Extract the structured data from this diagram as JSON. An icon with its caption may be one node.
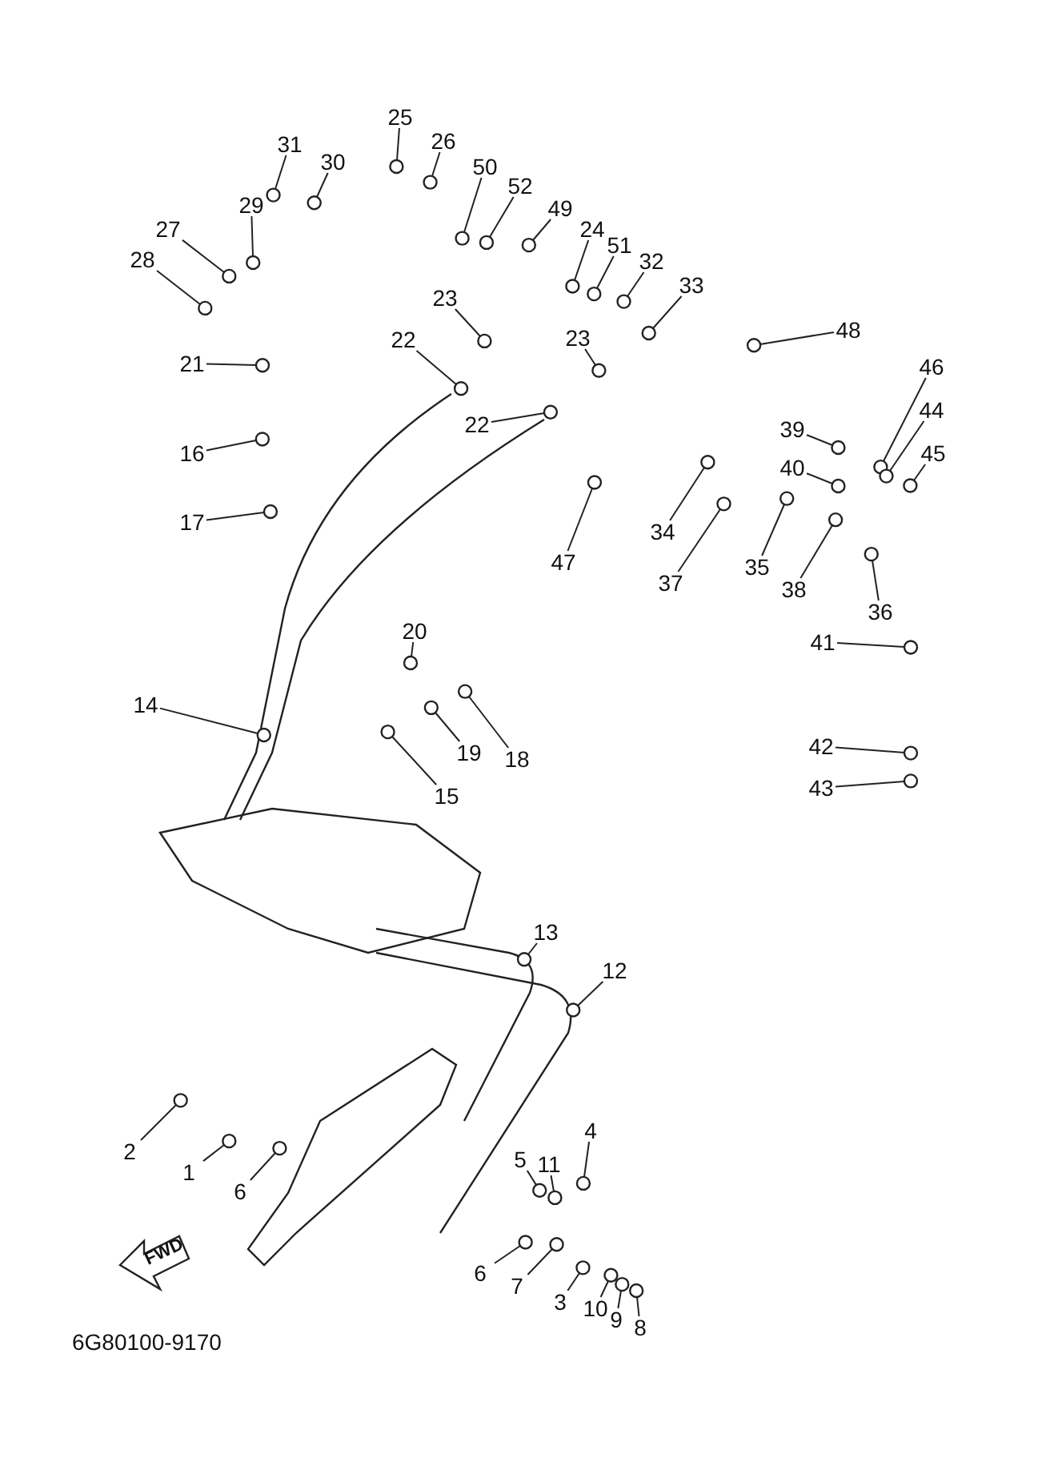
{
  "diagram": {
    "nodes": [
      {
        "text": [
          "25"
        ]
      },
      {
        "text": [
          "26"
        ]
      },
      {
        "text": [
          "31"
        ]
      },
      {
        "text": [
          "30"
        ]
      },
      {
        "text": [
          "50"
        ]
      },
      {
        "text": [
          "52"
        ]
      },
      {
        "text": [
          "49"
        ]
      },
      {
        "text": [
          "29"
        ]
      },
      {
        "text": [
          "27"
        ]
      },
      {
        "text": [
          "24"
        ]
      },
      {
        "text": [
          "51"
        ]
      },
      {
        "text": [
          "28"
        ]
      },
      {
        "text": [
          "32"
        ]
      },
      {
        "text": [
          "33"
        ]
      },
      {
        "text": [
          "23"
        ]
      },
      {
        "text": [
          "48"
        ]
      },
      {
        "text": [
          "22"
        ]
      },
      {
        "text": [
          "23"
        ]
      },
      {
        "text": [
          "21"
        ]
      },
      {
        "text": [
          "46"
        ]
      },
      {
        "text": [
          "44"
        ]
      },
      {
        "text": [
          "22"
        ]
      },
      {
        "text": [
          "39"
        ]
      },
      {
        "text": [
          "16"
        ]
      },
      {
        "text": [
          "45"
        ]
      },
      {
        "text": [
          "40"
        ]
      },
      {
        "text": [
          "17"
        ]
      },
      {
        "text": [
          "34"
        ]
      },
      {
        "text": [
          "47"
        ]
      },
      {
        "text": [
          "35"
        ]
      },
      {
        "text": [
          "37"
        ]
      },
      {
        "text": [
          "38"
        ]
      },
      {
        "text": [
          "36"
        ]
      },
      {
        "text": [
          "20"
        ]
      },
      {
        "text": [
          "41"
        ]
      },
      {
        "text": [
          "14"
        ]
      },
      {
        "text": [
          "42"
        ]
      },
      {
        "text": [
          "19"
        ]
      },
      {
        "text": [
          "18"
        ]
      },
      {
        "text": [
          "43"
        ]
      },
      {
        "text": [
          "15"
        ]
      },
      {
        "text": [
          "13"
        ]
      },
      {
        "text": [
          "12"
        ]
      },
      {
        "text": [
          "4"
        ]
      },
      {
        "text": [
          "2"
        ]
      },
      {
        "text": [
          "5"
        ]
      },
      {
        "text": [
          "11"
        ]
      },
      {
        "text": [
          "1"
        ]
      },
      {
        "text": [
          "6"
        ]
      },
      {
        "text": [
          "6"
        ]
      },
      {
        "text": [
          "7"
        ]
      },
      {
        "text": [
          "3"
        ]
      },
      {
        "text": [
          "10"
        ]
      },
      {
        "text": [
          "9"
        ]
      },
      {
        "text": [
          "8"
        ]
      },
      {
        "text": [],
        "shape": "circle"
      },
      {
        "text": [],
        "shape": "circle"
      },
      {
        "text": [],
        "shape": "circle"
      },
      {
        "text": [],
        "shape": "circle"
      },
      {
        "text": [],
        "shape": "circle"
      },
      {
        "text": [],
        "shape": "circle"
      },
      {
        "text": [],
        "shape": "circle"
      },
      {
        "text": [],
        "shape": "circle"
      },
      {
        "text": [],
        "shape": "circle"
      },
      {
        "text": [],
        "shape": "circle"
      },
      {
        "text": [],
        "shape": "circle"
      },
      {
        "text": [],
        "shape": "circle"
      },
      {
        "text": [],
        "shape": "circle"
      },
      {
        "text": [],
        "shape": "circle"
      },
      {
        "text": [],
        "shape": "circle"
      },
      {
        "text": [],
        "shape": "circle"
      },
      {
        "text": [],
        "shape": "circle"
      },
      {
        "text": [],
        "shape": "circle"
      },
      {
        "text": [],
        "shape": "circle"
      },
      {
        "text": [],
        "shape": "circle"
      },
      {
        "text": [],
        "shape": "circle"
      },
      {
        "text": [],
        "shape": "circle"
      },
      {
        "text": [],
        "shape": "circle"
      },
      {
        "text": [],
        "shape": "circle"
      },
      {
        "text": [],
        "shape": "circle"
      },
      {
        "text": [],
        "shape": "circle"
      },
      {
        "text": [],
        "shape": "circle"
      },
      {
        "text": [],
        "shape": "circle"
      },
      {
        "text": [],
        "shape": "circle"
      },
      {
        "text": [],
        "shape": "circle"
      },
      {
        "text": [],
        "shape": "circle"
      },
      {
        "text": [],
        "shape": "circle"
      },
      {
        "text": [],
        "shape": "circle"
      },
      {
        "text": [],
        "shape": "circle"
      },
      {
        "text": [],
        "shape": "circle"
      },
      {
        "text": [],
        "shape": "circle"
      },
      {
        "text": [],
        "shape": "circle"
      },
      {
        "text": [],
        "shape": "circle"
      },
      {
        "text": [],
        "shape": "circle"
      },
      {
        "text": [],
        "shape": "circle"
      },
      {
        "text": [],
        "shape": "circle"
      },
      {
        "text": [],
        "shape": "circle"
      },
      {
        "text": [],
        "shape": "circle"
      },
      {
        "text": [],
        "shape": "circle"
      },
      {
        "text": [],
        "shape": "circle"
      },
      {
        "text": [],
        "shape": "circle"
      },
      {
        "text": [],
        "shape": "circle"
      },
      {
        "text": [],
        "shape": "circle"
      },
      {
        "text": [],
        "shape": "circle"
      },
      {
        "text": [],
        "shape": "circle"
      },
      {
        "text": [],
        "shape": "circle"
      },
      {
        "text": [],
        "shape": "circle"
      },
      {
        "text": [],
        "shape": "circle"
      },
      {
        "text": [],
        "shape": "circle"
      },
      {
        "text": [],
        "shape": "circle"
      }
    ],
    "edges": [
      {
        "from": 0,
        "to": 55,
        "arrow": "none"
      },
      {
        "from": 1,
        "to": 56,
        "arrow": "none"
      },
      {
        "from": 2,
        "to": 57,
        "arrow": "none"
      },
      {
        "from": 3,
        "to": 58,
        "arrow": "none"
      },
      {
        "from": 4,
        "to": 59,
        "arrow": "none"
      },
      {
        "from": 5,
        "to": 60,
        "arrow": "none"
      },
      {
        "from": 6,
        "to": 61,
        "arrow": "none"
      },
      {
        "from": 7,
        "to": 62,
        "arrow": "none"
      },
      {
        "from": 8,
        "to": 63,
        "arrow": "none"
      },
      {
        "from": 9,
        "to": 64,
        "arrow": "none"
      },
      {
        "from": 10,
        "to": 65,
        "arrow": "none"
      },
      {
        "from": 11,
        "to": 66,
        "arrow": "none"
      },
      {
        "from": 12,
        "to": 67,
        "arrow": "none"
      },
      {
        "from": 13,
        "to": 68,
        "arrow": "none"
      },
      {
        "from": 14,
        "to": 69,
        "arrow": "none"
      },
      {
        "from": 15,
        "to": 70,
        "arrow": "none"
      },
      {
        "from": 16,
        "to": 71,
        "arrow": "none"
      },
      {
        "from": 17,
        "to": 72,
        "arrow": "none"
      },
      {
        "from": 18,
        "to": 73,
        "arrow": "none"
      },
      {
        "from": 19,
        "to": 74,
        "arrow": "none"
      },
      {
        "from": 20,
        "to": 75,
        "arrow": "none"
      },
      {
        "from": 21,
        "to": 76,
        "arrow": "none"
      },
      {
        "from": 22,
        "to": 77,
        "arrow": "none"
      },
      {
        "from": 23,
        "to": 78,
        "arrow": "none"
      },
      {
        "from": 24,
        "to": 79,
        "arrow": "none"
      },
      {
        "from": 25,
        "to": 80,
        "arrow": "none"
      },
      {
        "from": 26,
        "to": 81,
        "arrow": "none"
      },
      {
        "from": 27,
        "to": 82,
        "arrow": "none"
      },
      {
        "from": 28,
        "to": 83,
        "arrow": "none"
      },
      {
        "from": 29,
        "to": 84,
        "arrow": "none"
      },
      {
        "from": 30,
        "to": 85,
        "arrow": "none"
      },
      {
        "from": 31,
        "to": 86,
        "arrow": "none"
      },
      {
        "from": 32,
        "to": 87,
        "arrow": "none"
      },
      {
        "from": 33,
        "to": 88,
        "arrow": "none"
      },
      {
        "from": 34,
        "to": 89,
        "arrow": "none"
      },
      {
        "from": 35,
        "to": 90,
        "arrow": "none"
      },
      {
        "from": 36,
        "to": 91,
        "arrow": "none"
      },
      {
        "from": 37,
        "to": 92,
        "arrow": "none"
      },
      {
        "from": 38,
        "to": 93,
        "arrow": "none"
      },
      {
        "from": 39,
        "to": 94,
        "arrow": "none"
      },
      {
        "from": 40,
        "to": 95,
        "arrow": "none"
      },
      {
        "from": 41,
        "to": 96,
        "arrow": "none"
      },
      {
        "from": 42,
        "to": 97,
        "arrow": "none"
      },
      {
        "from": 43,
        "to": 98,
        "arrow": "none"
      },
      {
        "from": 44,
        "to": 99,
        "arrow": "none"
      },
      {
        "from": 45,
        "to": 100,
        "arrow": "none"
      },
      {
        "from": 46,
        "to": 101,
        "arrow": "none"
      },
      {
        "from": 47,
        "to": 102,
        "arrow": "none"
      },
      {
        "from": 48,
        "to": 103,
        "arrow": "none"
      },
      {
        "from": 49,
        "to": 104,
        "arrow": "none"
      },
      {
        "from": 50,
        "to": 105,
        "arrow": "none"
      },
      {
        "from": 51,
        "to": 106,
        "arrow": "none"
      },
      {
        "from": 52,
        "to": 107,
        "arrow": "none"
      },
      {
        "from": 53,
        "to": 108,
        "arrow": "none"
      },
      {
        "from": 54,
        "to": 109,
        "arrow": "none"
      }
    ],
    "labels": [
      "FWD",
      "6G80100-9170"
    ]
  }
}
